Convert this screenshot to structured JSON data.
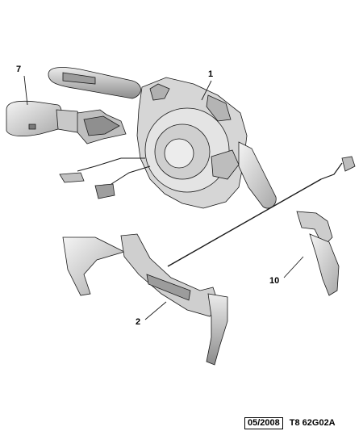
{
  "callouts": {
    "part_1": "1",
    "part_2": "2",
    "part_7": "7",
    "part_10": "10"
  },
  "footer": {
    "date": "05/2008",
    "reference": "T8 62G02A"
  },
  "colors": {
    "part_fill": "#dcdcdc",
    "part_dark": "#9a9a9a",
    "outline": "#1a1a1a",
    "background": "#ffffff"
  }
}
